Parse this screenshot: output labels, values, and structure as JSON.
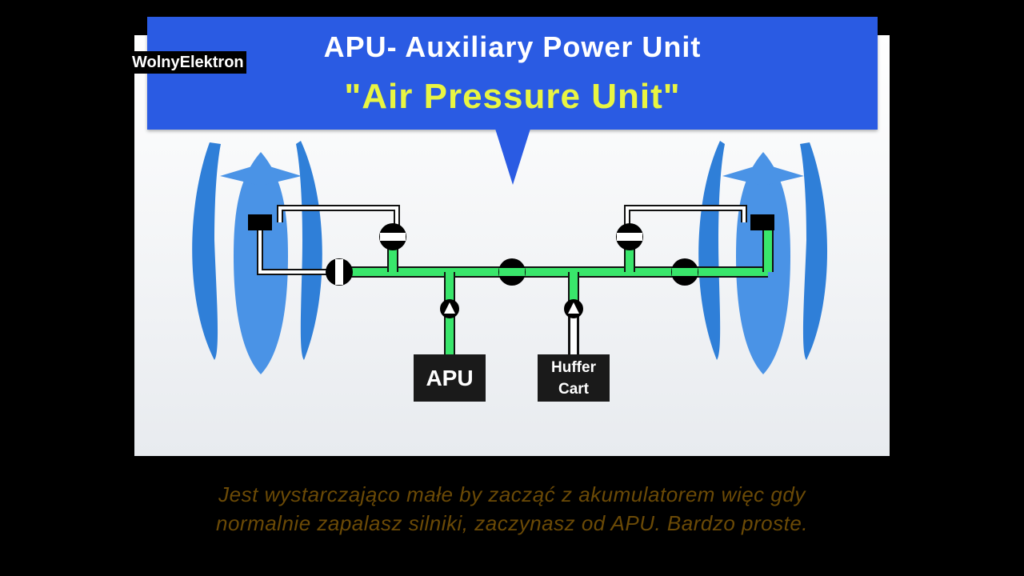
{
  "header": {
    "title": "APU- Auxiliary Power Unit",
    "subtitle": "\"Air Pressure Unit\""
  },
  "watermark": "WolnyElektron",
  "diagram": {
    "boxes": {
      "apu": "APU",
      "huffer_line1": "Huffer",
      "huffer_line2": "Cart"
    },
    "colors": {
      "banner": "#2a5be3",
      "engine": "#2f7fd8",
      "duct": "#39e66b",
      "box": "#1a1a1a"
    }
  },
  "caption": {
    "line1": "Jest wystarczająco małe by zacząć z akumulatorem więc gdy",
    "line2": "normalnie zapalasz silniki, zaczynasz od APU. Bardzo proste."
  }
}
